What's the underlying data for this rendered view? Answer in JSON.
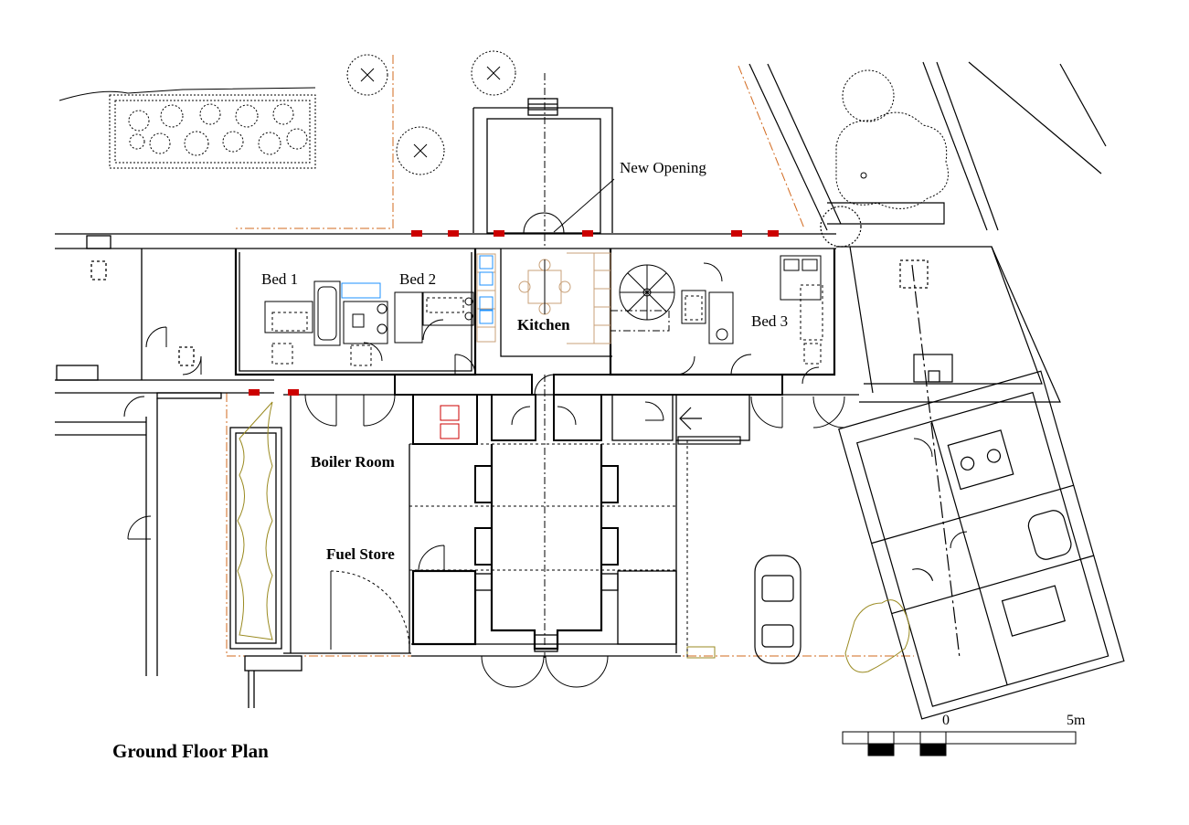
{
  "title": "Ground Floor Plan",
  "labels": {
    "bed1": "Bed 1",
    "bed2": "Bed 2",
    "bed3": "Bed 3",
    "kitchen": "Kitchen",
    "boiler_room": "Boiler Room",
    "fuel_store": "Fuel Store",
    "new_opening": "New Opening"
  },
  "scale_bar": {
    "start": "0",
    "end": "5m"
  },
  "colors": {
    "wall": "#000000",
    "boundary": "#d2691e",
    "removed_wall": "#cc0000",
    "fitting": "#1e90ff",
    "kitchen_units": "#c8a078",
    "planting": "#9a8a20"
  }
}
